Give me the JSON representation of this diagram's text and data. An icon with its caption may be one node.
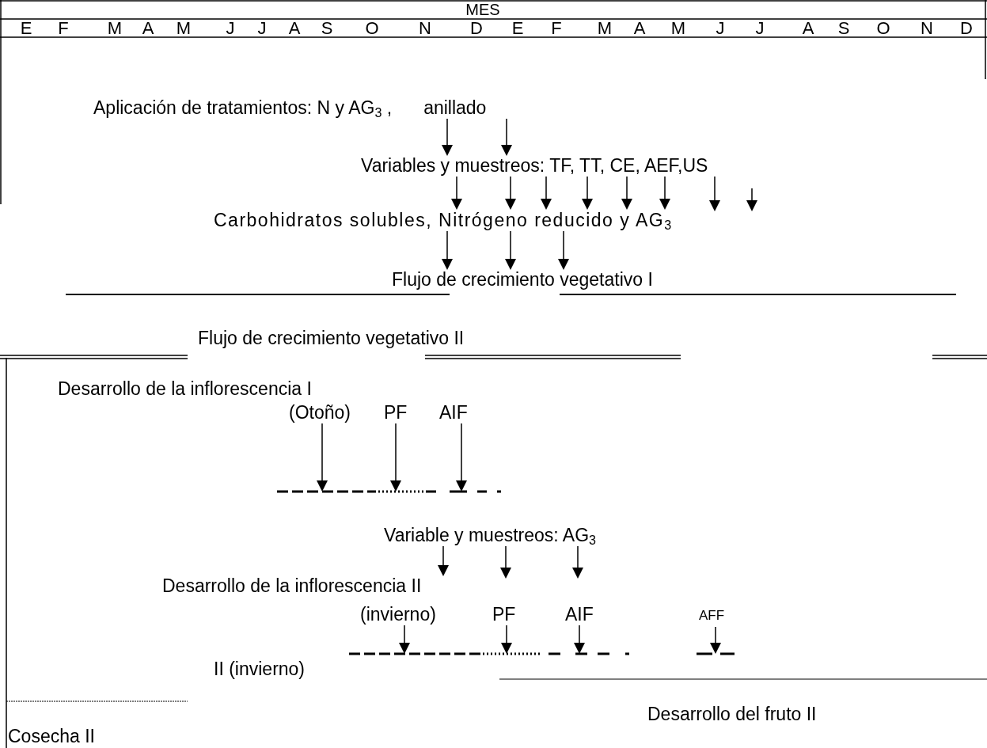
{
  "diagram": {
    "nodes": [
      {
        "text": [
          "Aplicación de tratamientos: N y AG$_{3}$ ,",
          "anillado"
        ]
      },
      {
        "text": [
          "Variables y muestreos: TF, TT, CE, AEF,US"
        ]
      },
      {
        "text": [
          "Carbohidratos solubles, Nitrógeno reducido y AG$_{3}$"
        ]
      },
      {
        "text": [
          "Flujo de crecimiento vegetativo I"
        ]
      },
      {
        "text": [
          "(Otoño)"
        ]
      },
      {
        "text": [
          "PF"
        ]
      },
      {
        "text": [
          "AIF"
        ]
      },
      {
        "text": [
          "Variable y muestreos: AG$_{3}$"
        ]
      },
      {
        "text": [
          "Desarrollo de la inflorescencia II"
        ]
      },
      {
        "text": [
          "(invierno)"
        ]
      },
      {
        "text": [
          "PF"
        ]
      },
      {
        "text": [
          "AIF"
        ]
      },
      {
        "text": [
          "AFF"
        ]
      }
    ],
    "edges": [
      {
        "from": 0,
        "to": 1,
        "arrow": "to"
      },
      {
        "from": 0,
        "to": 1,
        "arrow": "to"
      },
      {
        "from": 1,
        "to": 2,
        "arrow": "to"
      },
      {
        "from": 1,
        "to": 2,
        "arrow": "to"
      },
      {
        "from": 1,
        "to": 2,
        "arrow": "to"
      },
      {
        "from": 1,
        "to": 2,
        "arrow": "to"
      },
      {
        "from": 1,
        "to": 2,
        "arrow": "to"
      },
      {
        "from": 1,
        "to": 2,
        "arrow": "to"
      },
      {
        "from": 1,
        "to": null,
        "arrow": "to"
      },
      {
        "from": 2,
        "to": 3,
        "arrow": "to"
      },
      {
        "from": 2,
        "to": 3,
        "arrow": "to"
      },
      {
        "from": 2,
        "to": 3,
        "arrow": "to"
      },
      {
        "from": 4,
        "to": null,
        "arrow": "to"
      },
      {
        "from": 5,
        "to": null,
        "arrow": "to"
      },
      {
        "from": 6,
        "to": null,
        "arrow": "to"
      },
      {
        "from": 7,
        "to": 8,
        "arrow": "to"
      },
      {
        "from": 7,
        "to": 10,
        "arrow": "to"
      },
      {
        "from": 7,
        "to": 11,
        "arrow": "to"
      },
      {
        "from": 9,
        "to": null,
        "arrow": "to"
      },
      {
        "from": 10,
        "to": null,
        "arrow": "to"
      },
      {
        "from": 11,
        "to": null,
        "arrow": "to"
      },
      {
        "from": 12,
        "to": null,
        "arrow": "to"
      }
    ],
    "labels": [
      "MES",
      "E",
      "F",
      "M",
      "A",
      "M",
      "J",
      "J",
      "A",
      "S",
      "O",
      "N",
      "D",
      "E",
      "F",
      "M",
      "A",
      "M",
      "J",
      "J",
      "A",
      "S",
      "O",
      "N",
      "D",
      "Flujo de crecimiento vegetativo II",
      "Desarrollo de la inflorescencia I",
      "II (invierno)",
      "Desarrollo del fruto II",
      "Cosecha II"
    ]
  }
}
